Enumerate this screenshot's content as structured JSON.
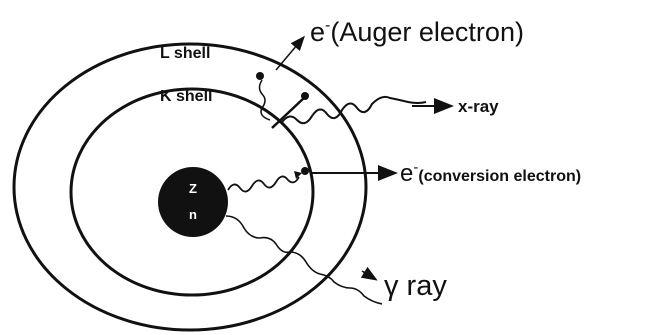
{
  "shells": {
    "outer": "L shell",
    "inner": "K shell"
  },
  "nucleus": {
    "top": "Z",
    "bottom": "n"
  },
  "emissions": {
    "auger_prefix": "e",
    "auger_sup": "-",
    "auger_text": "(Auger electron)",
    "xray": "x-ray",
    "conversion_prefix": "e",
    "conversion_sup": "-",
    "conversion_text": "(conversion electron)",
    "gamma_symbol": "γ",
    "gamma_text": " ray"
  }
}
